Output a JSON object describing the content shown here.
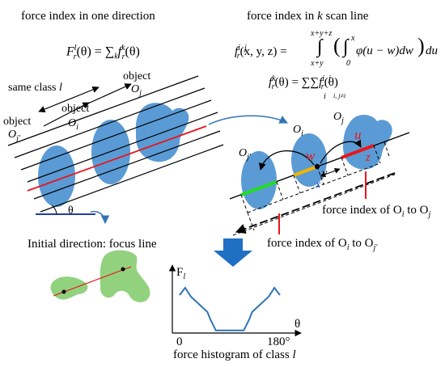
{
  "titles": {
    "left": "force index in one direction",
    "right_prefix": "force index in ",
    "right_k": "k",
    "right_suffix": " scan line"
  },
  "formulas": {
    "f1_lhs": "F",
    "f1_sup": "l",
    "f1_sub": "r",
    "f1_arg": "(θ) = ∑",
    "f1_k": "k",
    "f1_rhs": "f",
    "f1_rhs_sup": "k",
    "f1_rhs_sub": "r",
    "f1_rhs_arg": "(θ)",
    "f2_lhs": "f",
    "f2_sup": "i, j",
    "f2_sub": "r",
    "f2_arg": "(x, y, z) =",
    "f2_int_top": "x+y+z",
    "f2_int_bot": "x+y",
    "f2_inner_top": "x",
    "f2_inner_bot": "0",
    "f2_body": "φ(u − w)dw",
    "f2_du": "du",
    "f3_lhs": "f",
    "f3_sup": "k",
    "f3_sub": "r",
    "f3_arg": "(θ) = ∑∑",
    "f3_i": "i",
    "f3_j": "i, j≠i",
    "f3_rhs": "f",
    "f3_rhs_sup": "i, j",
    "f3_rhs_sub": "r",
    "f3_rhs_arg": "(θ)"
  },
  "labels": {
    "same_class": "same class",
    "class_l": "l",
    "object_word": "object",
    "obj_O": "O",
    "obj_j": "j",
    "obj_i": "i",
    "obj_jp": "j'",
    "theta": "θ",
    "u": "u",
    "w": "w",
    "z": "z",
    "y": "y",
    "x": "x",
    "force_Oj": "force index of O",
    "force_Oj_to": " to  O",
    "force_Ojp": "force index of O",
    "initial_direction": "Initial direction: focus line",
    "F": "F",
    "F_sub": "l",
    "axis_theta": "θ",
    "tick_0": "0",
    "tick_180": "180°",
    "histogram_caption": "force histogram of class ",
    "histogram_class": "l"
  },
  "colors": {
    "blob": "#5b9bd5",
    "red_line": "#e8161b",
    "green_seg": "#22dd22",
    "yellow_seg": "#f0b400",
    "arrow_blue": "#2e75b6",
    "big_arrow": "#1f6fc5",
    "green_shape": "#92d27f",
    "hist_line": "#2e75b6",
    "x_label_blue": "#1f4fd0"
  },
  "chart_data": {
    "type": "line",
    "ylabel": "F",
    "xlabel": "θ",
    "x_ticks": [
      "0",
      "180°"
    ],
    "x": [
      0,
      10,
      20,
      50,
      55,
      65,
      75,
      105,
      115,
      125,
      130,
      160,
      170,
      180
    ],
    "values": [
      0.75,
      0.9,
      0.72,
      0.4,
      0.25,
      0.02,
      0.02,
      0.02,
      0.02,
      0.25,
      0.4,
      0.72,
      0.9,
      0.75
    ]
  }
}
